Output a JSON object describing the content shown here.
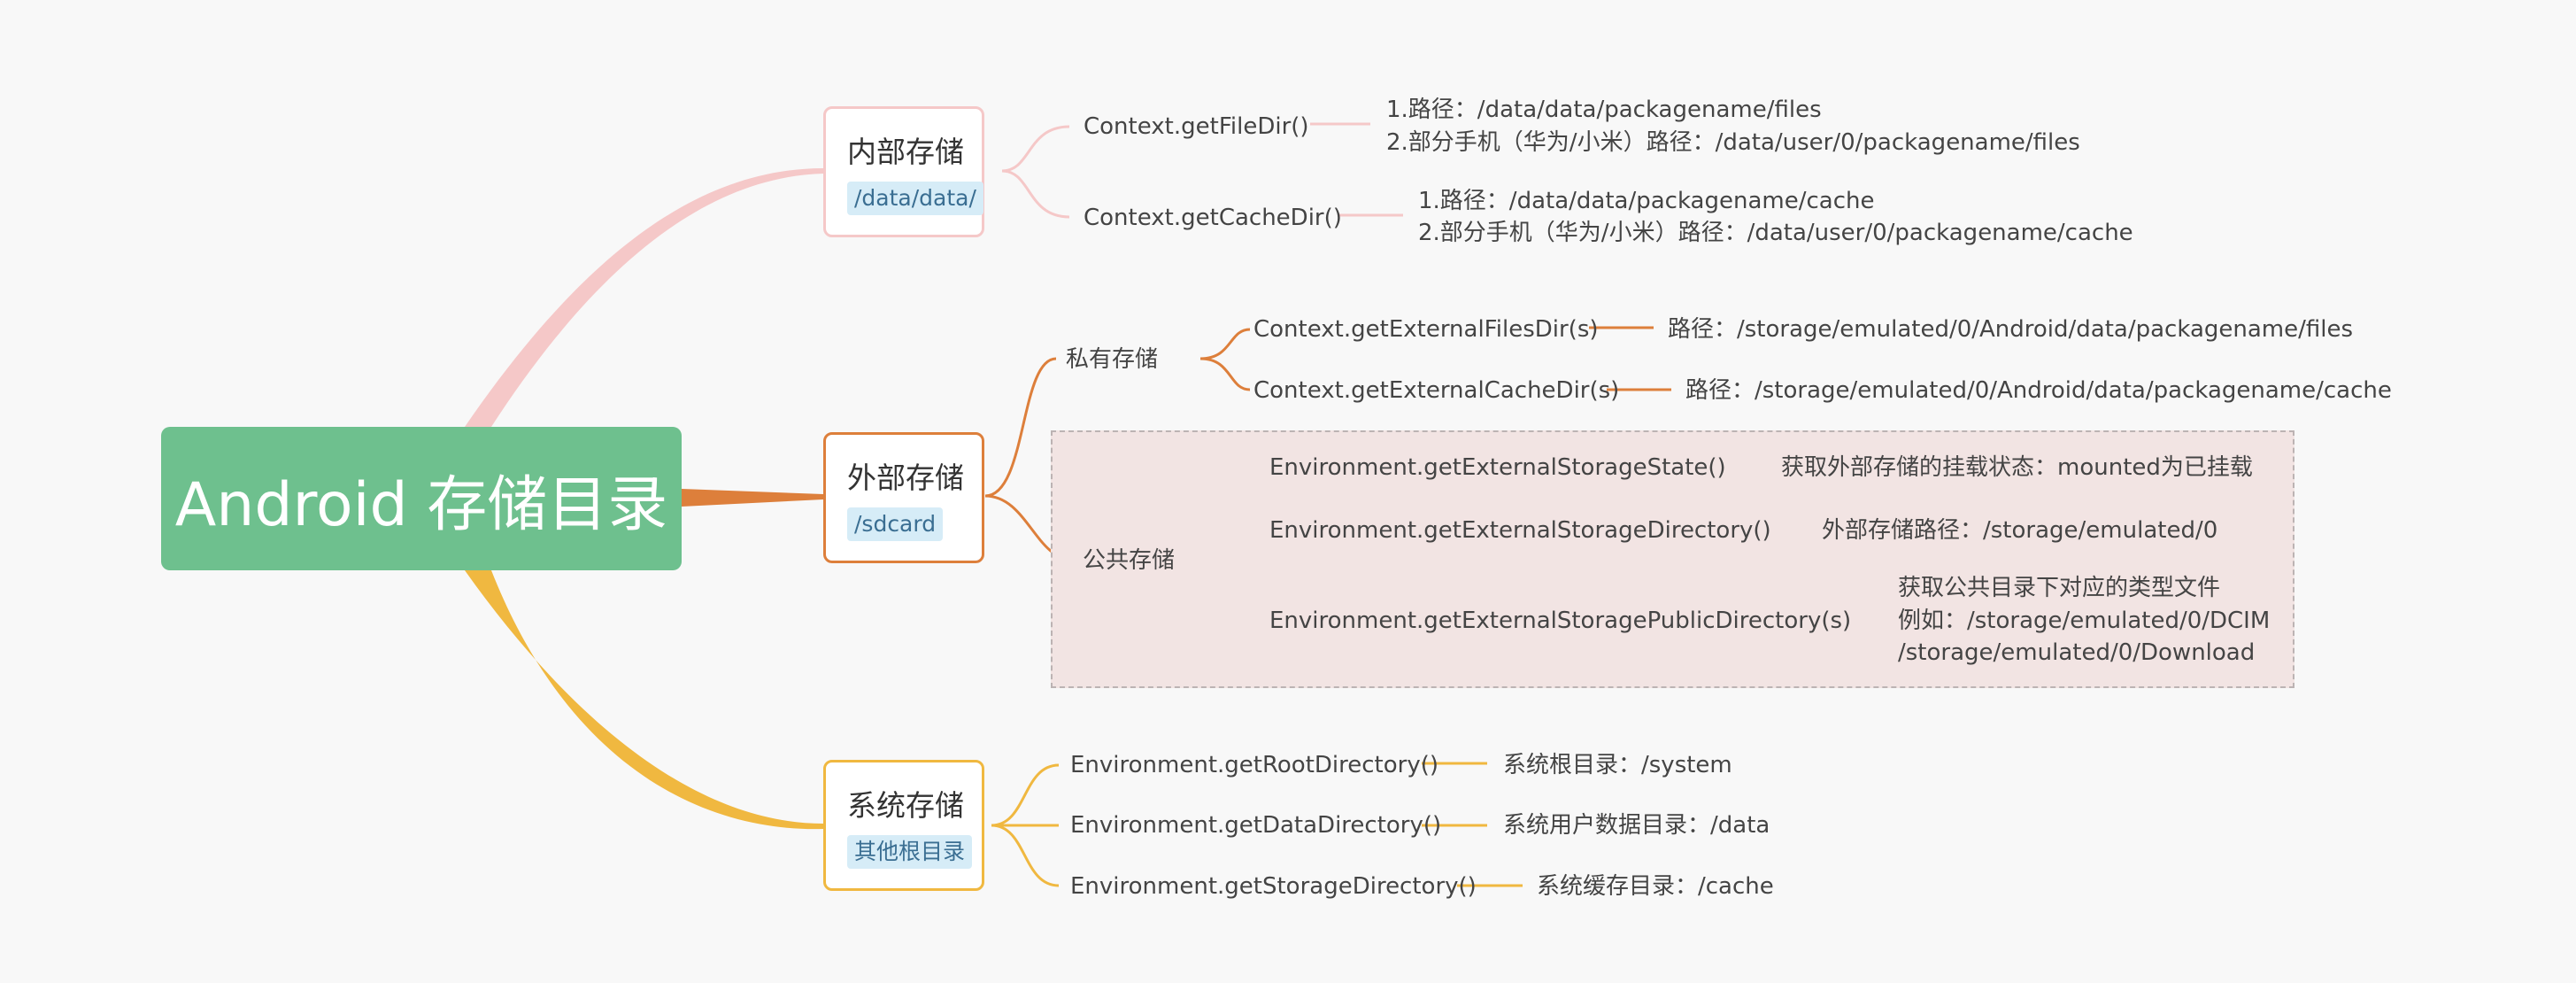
{
  "colors": {
    "root": "#6ec08e",
    "internal": "#f5c8c8",
    "external": "#dd7f3b",
    "system": "#f0b840",
    "public_box_fill": "#f2e4e3"
  },
  "root": {
    "title": "Android 存储目录"
  },
  "internal": {
    "title": "内部存储",
    "tag": "/data/data/",
    "items": [
      {
        "method": "Context.getFileDir()",
        "notes": [
          "1.路径：/data/data/packagename/files",
          "2.部分手机（华为/小米）路径：/data/user/0/packagename/files"
        ]
      },
      {
        "method": "Context.getCacheDir()",
        "notes": [
          "1.路径：/data/data/packagename/cache",
          "2.部分手机（华为/小米）路径：/data/user/0/packagename/cache"
        ]
      }
    ]
  },
  "external": {
    "title": "外部存储",
    "tag": "/sdcard",
    "private": {
      "label": "私有存储",
      "items": [
        {
          "method": "Context.getExternalFilesDir(s)",
          "note": "路径：/storage/emulated/0/Android/data/packagename/files"
        },
        {
          "method": "Context.getExternalCacheDir(s)",
          "note": "路径：/storage/emulated/0/Android/data/packagename/cache"
        }
      ]
    },
    "public": {
      "label": "公共存储",
      "items": [
        {
          "method": "Environment.getExternalStorageState()",
          "notes": [
            "获取外部存储的挂载状态：mounted为已挂载"
          ]
        },
        {
          "method": "Environment.getExternalStorageDirectory()",
          "notes": [
            "外部存储路径：/storage/emulated/0"
          ]
        },
        {
          "method": "Environment.getExternalStoragePublicDirectory(s)",
          "notes": [
            "获取公共目录下对应的类型文件",
            "例如：/storage/emulated/0/DCIM",
            "/storage/emulated/0/Download"
          ]
        }
      ]
    }
  },
  "system": {
    "title": "系统存储",
    "tag": "其他根目录",
    "items": [
      {
        "method": "Environment.getRootDirectory()",
        "note": "系统根目录：/system"
      },
      {
        "method": "Environment.getDataDirectory()",
        "note": "系统用户数据目录：/data"
      },
      {
        "method": "Environment.getStorageDirectory()",
        "note": "系统缓存目录：/cache"
      }
    ]
  }
}
